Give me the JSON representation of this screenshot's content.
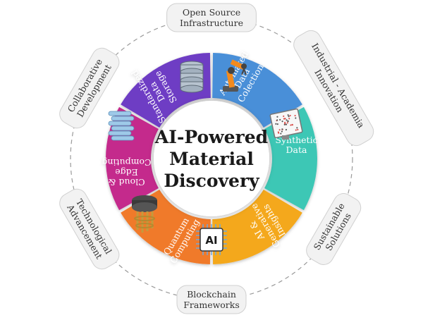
{
  "center": {
    "title_lines": [
      "AI-Powered",
      "Material",
      "Discovery"
    ]
  },
  "segments": [
    {
      "name": "automated-data-collection",
      "lines": [
        "Automated",
        "Data",
        "Colection"
      ],
      "color": "#4a8fd8"
    },
    {
      "name": "synthetic-data",
      "lines": [
        "Synthetic",
        "Data"
      ],
      "color": "#3cc7b5"
    },
    {
      "name": "ai-generative-insights",
      "lines": [
        "AI &",
        "Generative",
        "Insights"
      ],
      "color": "#f4a81c"
    },
    {
      "name": "quantum-computing",
      "lines": [
        "Quantum",
        "Computing"
      ],
      "color": "#f07a2a"
    },
    {
      "name": "cloud-edge-computing",
      "lines": [
        "Cloud &",
        "Edge",
        "Computing"
      ],
      "color": "#c4298c"
    },
    {
      "name": "standardized-data-storage",
      "lines": [
        "Standardized",
        "Data",
        "Storage"
      ],
      "color": "#6e3cc4"
    }
  ],
  "outer_labels": [
    {
      "name": "open-source-infrastructure",
      "lines": [
        "Open Source",
        "Infrastructure"
      ]
    },
    {
      "name": "industrial-academia-innovation",
      "lines": [
        "Industrial - Academia",
        "Innovation"
      ]
    },
    {
      "name": "sustainable-solutions",
      "lines": [
        "Sustainable",
        "Solutions"
      ]
    },
    {
      "name": "blockchain-frameworks",
      "lines": [
        "Blockchain",
        "Frameworks"
      ]
    },
    {
      "name": "technological-advancement",
      "lines": [
        "Technological",
        "Advancement"
      ]
    },
    {
      "name": "collaborative-development",
      "lines": [
        "Collaborative",
        "Development"
      ]
    }
  ],
  "ai_chip_label": "AI",
  "colors": {
    "ring_dash": "#9a9a9a",
    "outer_box_fill": "#f2f2f2",
    "outer_box_stroke": "#d0d0d0",
    "center_fill": "#ffffff"
  }
}
